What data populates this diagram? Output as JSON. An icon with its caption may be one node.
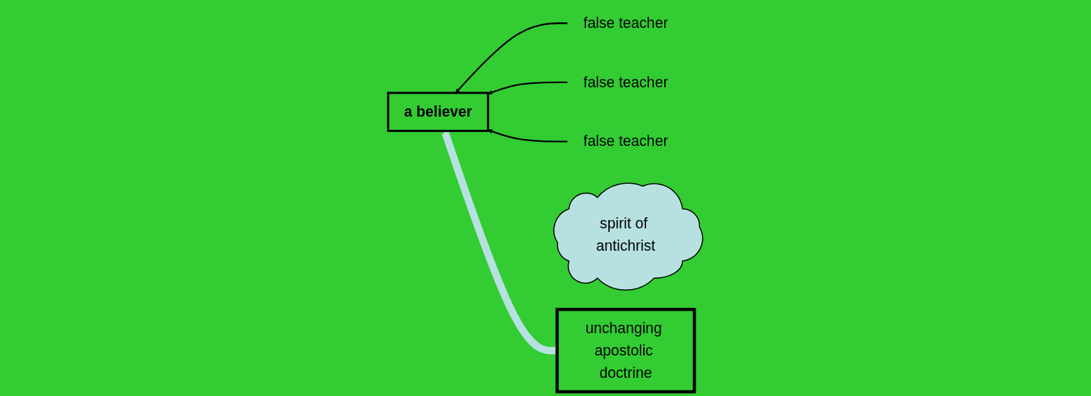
{
  "diagram": {
    "nodes": [
      {
        "text": [
          "a believer"
        ]
      },
      {
        "text": [
          "false teacher"
        ]
      },
      {
        "text": [
          "false teacher"
        ]
      },
      {
        "text": [
          "false teacher"
        ]
      },
      {
        "text": [
          "spirit of antichrist"
        ]
      },
      {
        "text": [
          "unchanging apostolic doctrine"
        ]
      }
    ],
    "edges": [
      {
        "from": 1,
        "to": 0,
        "arrow": "to"
      },
      {
        "from": 2,
        "to": 0,
        "arrow": "to"
      },
      {
        "from": 3,
        "to": 0,
        "arrow": "to"
      },
      {
        "from": 5,
        "to": 0,
        "arrow": "to",
        "style": "thick",
        "color": "#b7e1e1"
      }
    ]
  }
}
